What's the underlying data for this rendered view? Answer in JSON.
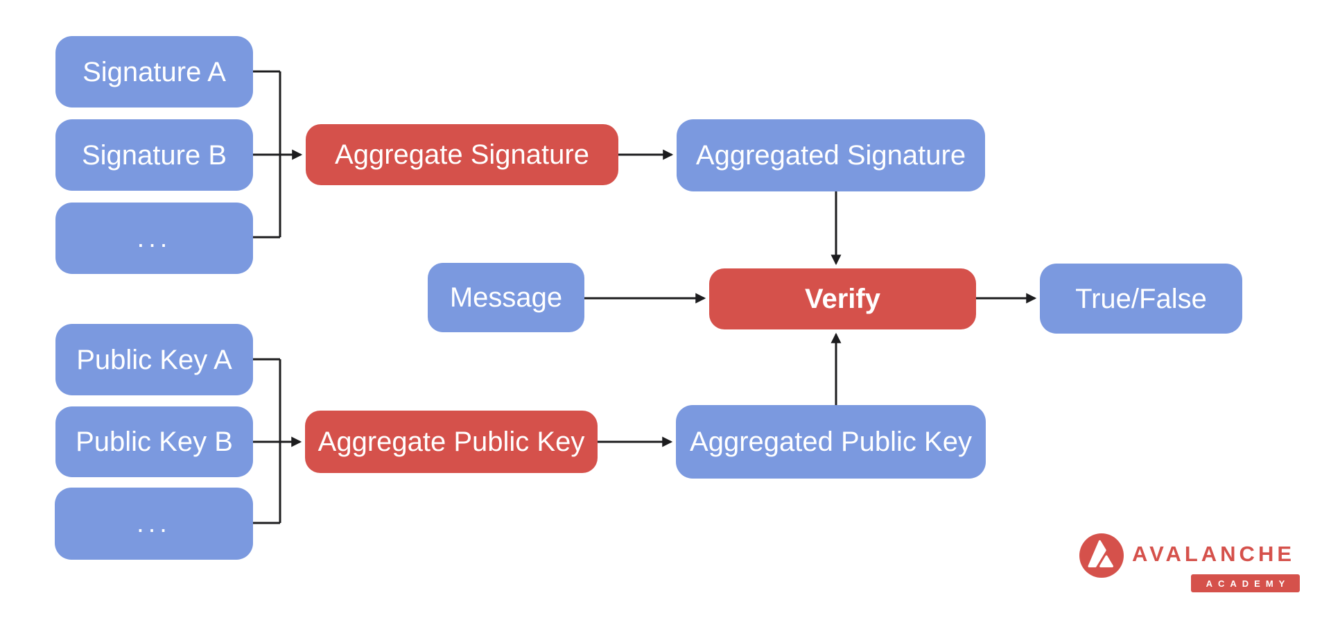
{
  "nodes": {
    "signature_a": "Signature A",
    "signature_b": "Signature B",
    "signature_more": "...",
    "aggregate_signature": "Aggregate Signature",
    "aggregated_signature": "Aggregated Signature",
    "message": "Message",
    "verify": "Verify",
    "true_false": "True/False",
    "public_key_a": "Public Key A",
    "public_key_b": "Public Key B",
    "public_key_more": "...",
    "aggregate_public_key": "Aggregate Public Key",
    "aggregated_public_key": "Aggregated Public Key"
  },
  "logo": {
    "wordmark": "AVALANCHE",
    "badge": "ACADEMY"
  },
  "colors": {
    "node_blue": "#7B99DF",
    "node_red": "#D5514B",
    "connector": "#1C1C1E",
    "node_text": "#FFFFFF",
    "logo_red": "#D5514B"
  }
}
